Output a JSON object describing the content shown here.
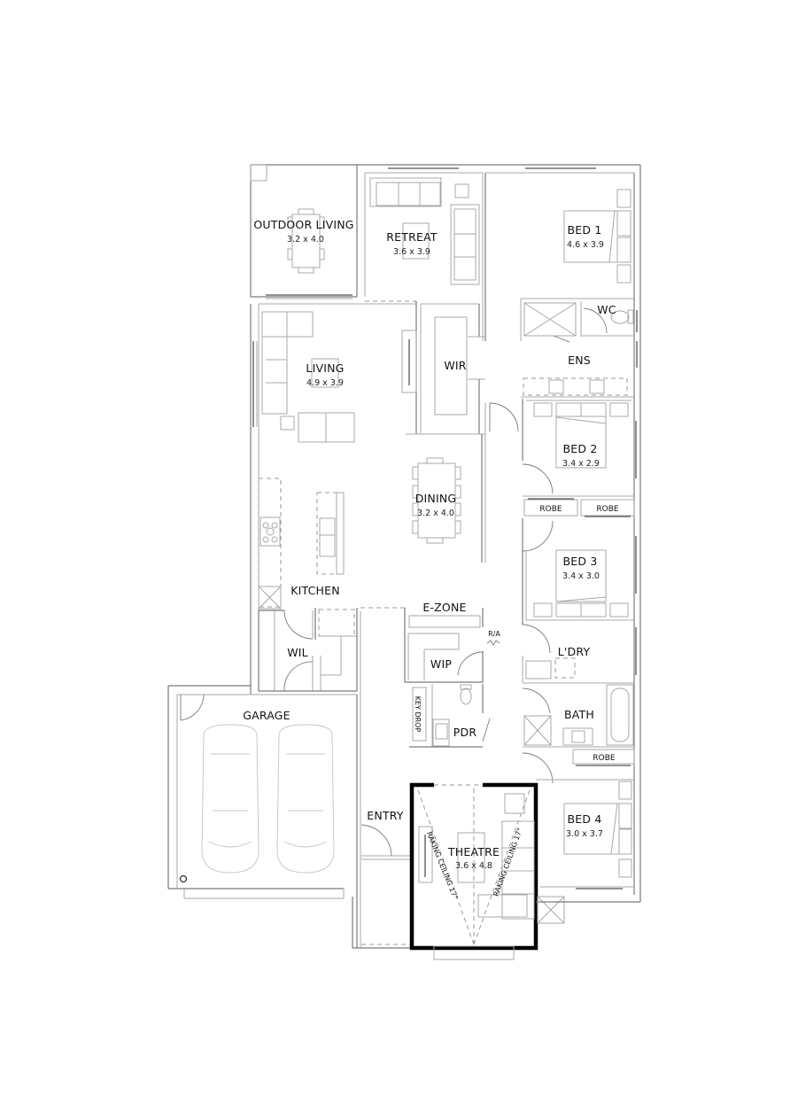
{
  "floor_plan": {
    "rooms": [
      {
        "id": "outdoor_living",
        "label": "OUTDOOR LIVING",
        "size": "3.2 x 4.0"
      },
      {
        "id": "retreat",
        "label": "RETREAT",
        "size": "3.6 x 3.9"
      },
      {
        "id": "bed1",
        "label": "BED 1",
        "size": "4.6 x 3.9"
      },
      {
        "id": "wc",
        "label": "WC"
      },
      {
        "id": "ens",
        "label": "ENS"
      },
      {
        "id": "living",
        "label": "LIVING",
        "size": "4.9 x 3.9"
      },
      {
        "id": "wir",
        "label": "WIR"
      },
      {
        "id": "bed2",
        "label": "BED 2",
        "size": "3.4 x 2.9"
      },
      {
        "id": "robe_a",
        "label": "ROBE"
      },
      {
        "id": "robe_b",
        "label": "ROBE"
      },
      {
        "id": "dining",
        "label": "DINING",
        "size": "3.2 x 4.0"
      },
      {
        "id": "bed3",
        "label": "BED 3",
        "size": "3.4 x 3.0"
      },
      {
        "id": "kitchen",
        "label": "KITCHEN"
      },
      {
        "id": "ezone",
        "label": "E-ZONE"
      },
      {
        "id": "ra",
        "label": "R/A"
      },
      {
        "id": "wip",
        "label": "WIP"
      },
      {
        "id": "wil",
        "label": "WIL"
      },
      {
        "id": "ldry",
        "label": "L'DRY"
      },
      {
        "id": "garage",
        "label": "GARAGE"
      },
      {
        "id": "key_drop",
        "label": "KEY DROP"
      },
      {
        "id": "pdr",
        "label": "PDR"
      },
      {
        "id": "bath",
        "label": "BATH"
      },
      {
        "id": "robe_c",
        "label": "ROBE"
      },
      {
        "id": "entry",
        "label": "ENTRY"
      },
      {
        "id": "theatre",
        "label": "THEATRE",
        "size": "3.6 x 4.8"
      },
      {
        "id": "bed4",
        "label": "BED 4",
        "size": "3.0 x 3.7"
      }
    ],
    "annotations": {
      "raking_left": "RAKING CEILING 17°",
      "raking_right": "RAKING CEILING 17°"
    }
  }
}
